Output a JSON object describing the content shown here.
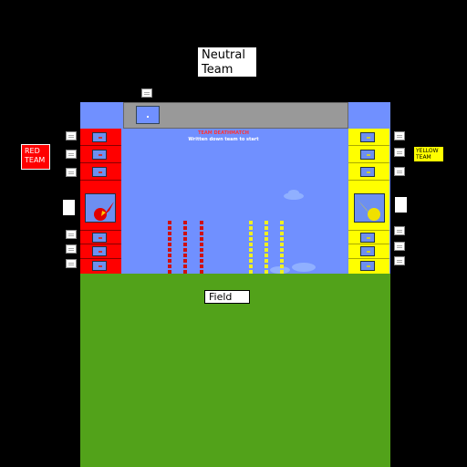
{
  "labels": {
    "neutral_team": "Neutral\nTeam",
    "field": "Field",
    "red_team": "RED\nTEAM",
    "yellow_team": "YELLOW\nTEAM"
  },
  "game": {
    "title_line_1": "TEAM DEATHMATCH",
    "title_line_2": "Written down team to start"
  },
  "colors": {
    "red_team": "#ff0000",
    "yellow_team": "#ffff00",
    "neutral_team": "#999999",
    "sky": "#7090ff",
    "field": "#52a21a"
  },
  "units": {
    "red_columns": 3,
    "yellow_columns": 3,
    "per_column": 10
  }
}
